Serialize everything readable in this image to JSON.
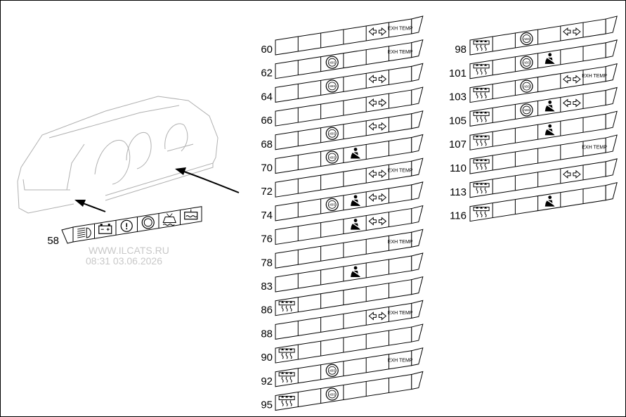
{
  "diagram": {
    "watermark": {
      "line1": "WWW.ILCATS.RU",
      "line2": "08:31 03.06.2026"
    },
    "strip_58": {
      "label": "58",
      "icons": [
        "headlamp-range-icon",
        "battery-icon",
        "brake-warning-icon",
        "brake-wear-icon",
        "washer-fluid-icon",
        "coolant-level-icon"
      ]
    },
    "exh_text": "EXH TEMP",
    "strips_left": [
      {
        "label": "60",
        "cells": [
          "",
          "",
          "",
          "",
          "arrows",
          "exh"
        ]
      },
      {
        "label": "62",
        "cells": [
          "",
          "",
          "abs",
          "",
          "",
          "exh"
        ]
      },
      {
        "label": "64",
        "cells": [
          "",
          "",
          "abs",
          "",
          "arrows",
          ""
        ]
      },
      {
        "label": "66",
        "cells": [
          "",
          "",
          "",
          "",
          "arrows",
          ""
        ]
      },
      {
        "label": "68",
        "cells": [
          "",
          "",
          "abs",
          "",
          "arrows",
          ""
        ]
      },
      {
        "label": "70",
        "cells": [
          "",
          "",
          "abs",
          "belt",
          "",
          ""
        ]
      },
      {
        "label": "72",
        "cells": [
          "",
          "",
          "",
          "",
          "arrows",
          "exh"
        ]
      },
      {
        "label": "74",
        "cells": [
          "",
          "",
          "abs",
          "belt",
          "arrows",
          ""
        ]
      },
      {
        "label": "76",
        "cells": [
          "",
          "",
          "",
          "belt",
          "arrows",
          ""
        ]
      },
      {
        "label": "78",
        "cells": [
          "",
          "",
          "",
          "",
          "",
          "exh"
        ]
      },
      {
        "label": "83",
        "cells": [
          "",
          "",
          "",
          "belt",
          "",
          ""
        ]
      },
      {
        "label": "86",
        "cells": [
          "glow",
          "",
          "",
          "",
          "",
          ""
        ]
      },
      {
        "label": "88",
        "cells": [
          "",
          "",
          "",
          "",
          "arrows",
          "exh"
        ]
      },
      {
        "label": "90",
        "cells": [
          "glow",
          "",
          "",
          "",
          "",
          ""
        ]
      },
      {
        "label": "92",
        "cells": [
          "glow",
          "",
          "abs",
          "",
          "",
          "exh"
        ]
      },
      {
        "label": "95",
        "cells": [
          "glow",
          "",
          "abs",
          "",
          "",
          ""
        ]
      }
    ],
    "strips_right": [
      {
        "label": "98",
        "cells": [
          "glow",
          "",
          "abs",
          "",
          "arrows",
          ""
        ]
      },
      {
        "label": "101",
        "cells": [
          "glow",
          "",
          "abs",
          "belt",
          "",
          ""
        ]
      },
      {
        "label": "103",
        "cells": [
          "glow",
          "",
          "abs",
          "",
          "arrows",
          "exh"
        ]
      },
      {
        "label": "105",
        "cells": [
          "glow",
          "",
          "abs",
          "belt",
          "arrows",
          ""
        ]
      },
      {
        "label": "107",
        "cells": [
          "glow",
          "",
          "",
          "belt",
          "",
          ""
        ]
      },
      {
        "label": "110",
        "cells": [
          "glow",
          "",
          "",
          "",
          "",
          "exh"
        ]
      },
      {
        "label": "113",
        "cells": [
          "glow",
          "",
          "",
          "",
          "arrows",
          ""
        ]
      },
      {
        "label": "116",
        "cells": [
          "glow",
          "",
          "",
          "belt",
          "",
          ""
        ]
      }
    ]
  }
}
